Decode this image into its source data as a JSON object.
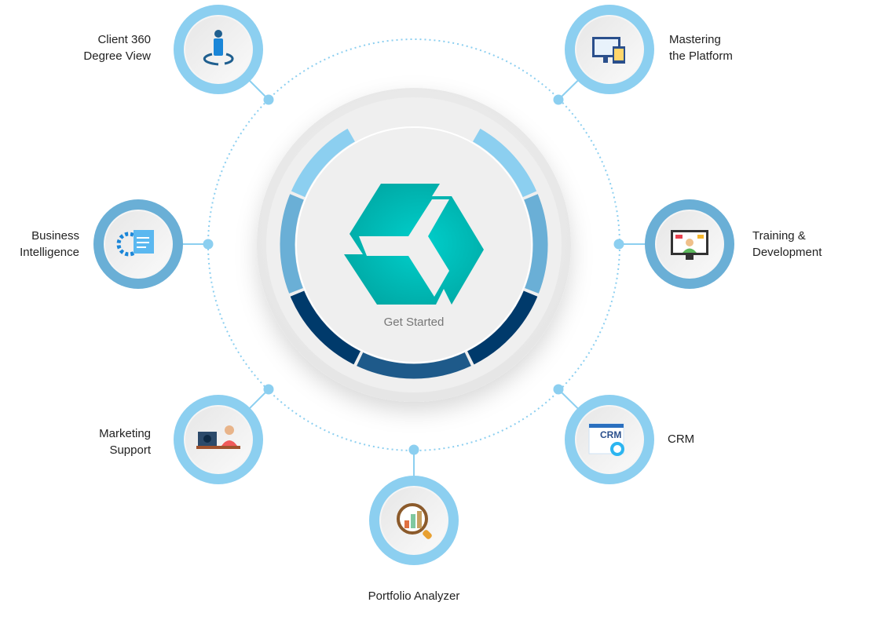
{
  "center": {
    "label": "Get Started",
    "logo": "hexagon-logo-icon"
  },
  "colors": {
    "light": "#8ccff0",
    "medium": "#6aafd6",
    "dark": "#003a6b",
    "bottom": "#1e5a8a",
    "teal": "#00b5b0"
  },
  "nodes": [
    {
      "id": "client-360",
      "line1": "Client 360",
      "line2": "Degree View",
      "icon": "person-rotate-icon"
    },
    {
      "id": "mastering-platform",
      "line1": "Mastering",
      "line2": "the Platform",
      "icon": "monitor-devices-icon"
    },
    {
      "id": "business-intelligence",
      "line1": "Business",
      "line2": "Intelligence",
      "icon": "gear-screen-icon"
    },
    {
      "id": "training-development",
      "line1": "Training &",
      "line2": "Development",
      "icon": "presentation-screen-icon"
    },
    {
      "id": "marketing-support",
      "line1": "Marketing",
      "line2": "Support",
      "icon": "support-agent-icon"
    },
    {
      "id": "crm",
      "line1": "CRM",
      "line2": "",
      "icon": "crm-window-icon"
    },
    {
      "id": "portfolio-analyzer",
      "line1": "Portfolio Analyzer",
      "line2": "",
      "icon": "magnifier-chart-icon"
    }
  ]
}
